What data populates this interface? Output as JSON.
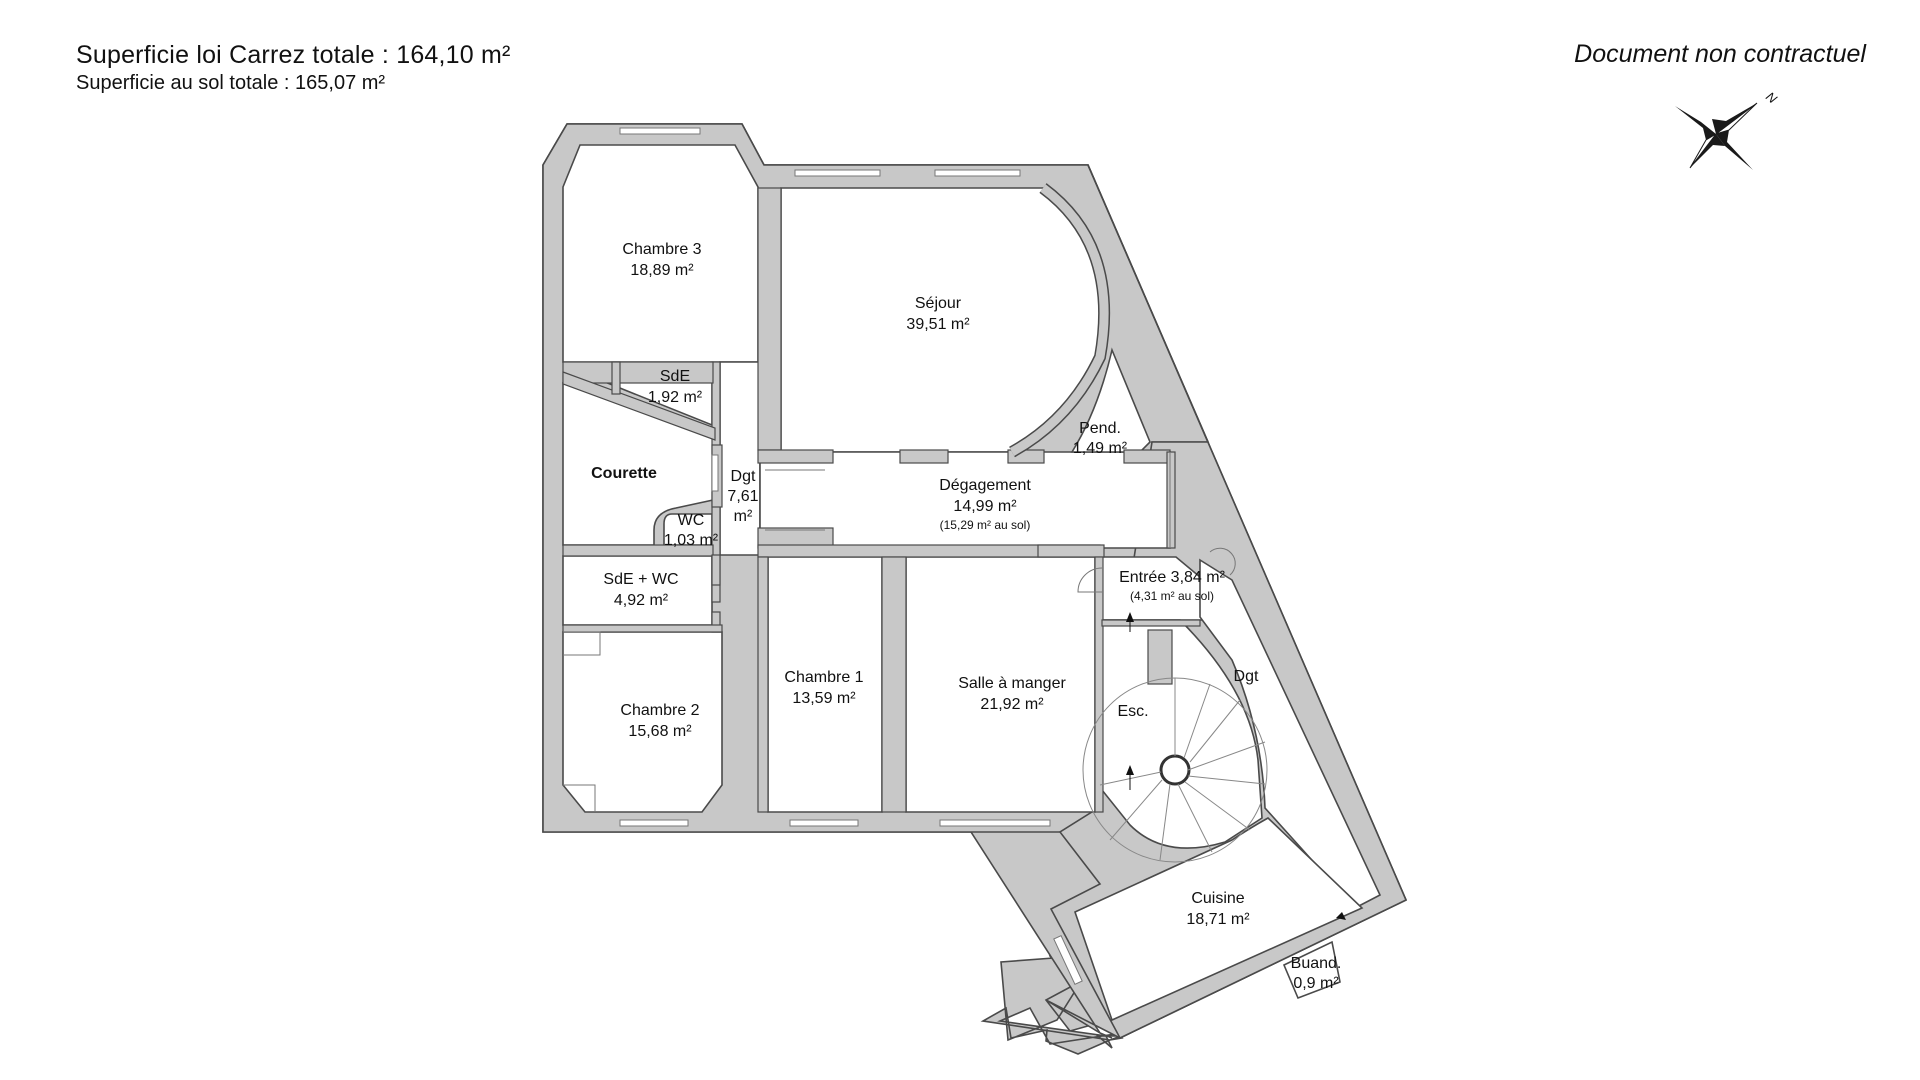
{
  "header": {
    "carrez_total": "Superficie loi Carrez totale :  164,10 m²",
    "ground_total": "Superficie au sol totale : 165,07 m²",
    "disclaimer": "Document non contractuel"
  },
  "compass": {
    "north_label": "N"
  },
  "rooms": {
    "chambre3": {
      "name": "Chambre 3",
      "area": "18,89 m²"
    },
    "sejour": {
      "name": "Séjour",
      "area": "39,51 m²"
    },
    "sde": {
      "name": "SdE",
      "area": "1,92 m²"
    },
    "pend": {
      "name": "Pend.",
      "area": "1,49 m²"
    },
    "courette": {
      "name": "Courette"
    },
    "dgt1": {
      "name": "Dgt",
      "area_line1": "7,61",
      "area_line2": "m²"
    },
    "degagement": {
      "name": "Dégagement",
      "area": "14,99 m²",
      "note": "(15,29 m² au sol)"
    },
    "wc": {
      "name": "WC",
      "area": "1,03 m²"
    },
    "sde_wc": {
      "name": "SdE + WC",
      "area": "4,92 m²"
    },
    "entree": {
      "name": "Entrée 3,84 m²",
      "note": "(4,31 m² au sol)"
    },
    "chambre1": {
      "name": "Chambre 1",
      "area": "13,59 m²"
    },
    "salle_manger": {
      "name": "Salle à manger",
      "area": "21,92 m²"
    },
    "dgt2": {
      "name": "Dgt"
    },
    "chambre2": {
      "name": "Chambre 2",
      "area": "15,68 m²"
    },
    "esc": {
      "name": "Esc."
    },
    "cuisine": {
      "name": "Cuisine",
      "area": "18,71 m²"
    },
    "buand": {
      "name": "Buand.",
      "area": "0,9 m²"
    }
  }
}
